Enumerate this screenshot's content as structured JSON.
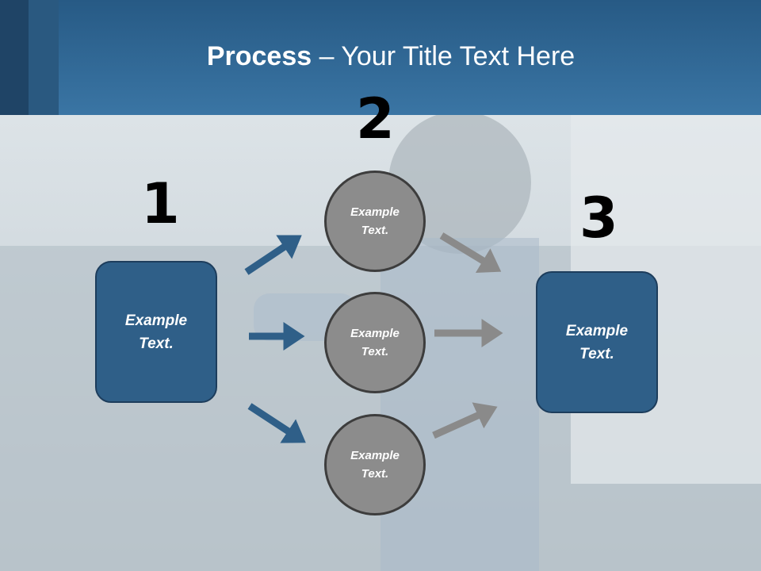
{
  "title": {
    "bold": "Process",
    "rest": " – Your Title Text Here"
  },
  "steps": {
    "n1": "1",
    "n2": "2",
    "n3": "3"
  },
  "left_box": {
    "line1": "Example",
    "line2": "Text."
  },
  "right_box": {
    "line1": "Example",
    "line2": "Text."
  },
  "circles": [
    {
      "line1": "Example",
      "line2": "Text."
    },
    {
      "line1": "Example",
      "line2": "Text."
    },
    {
      "line1": "Example",
      "line2": "Text."
    }
  ],
  "colors": {
    "blue_box": "#2f5f88",
    "blue_arrow": "#2f5f88",
    "gray_circle": "#8c8c8c",
    "gray_arrow": "#8a8a8a",
    "header": "#2f6896"
  }
}
